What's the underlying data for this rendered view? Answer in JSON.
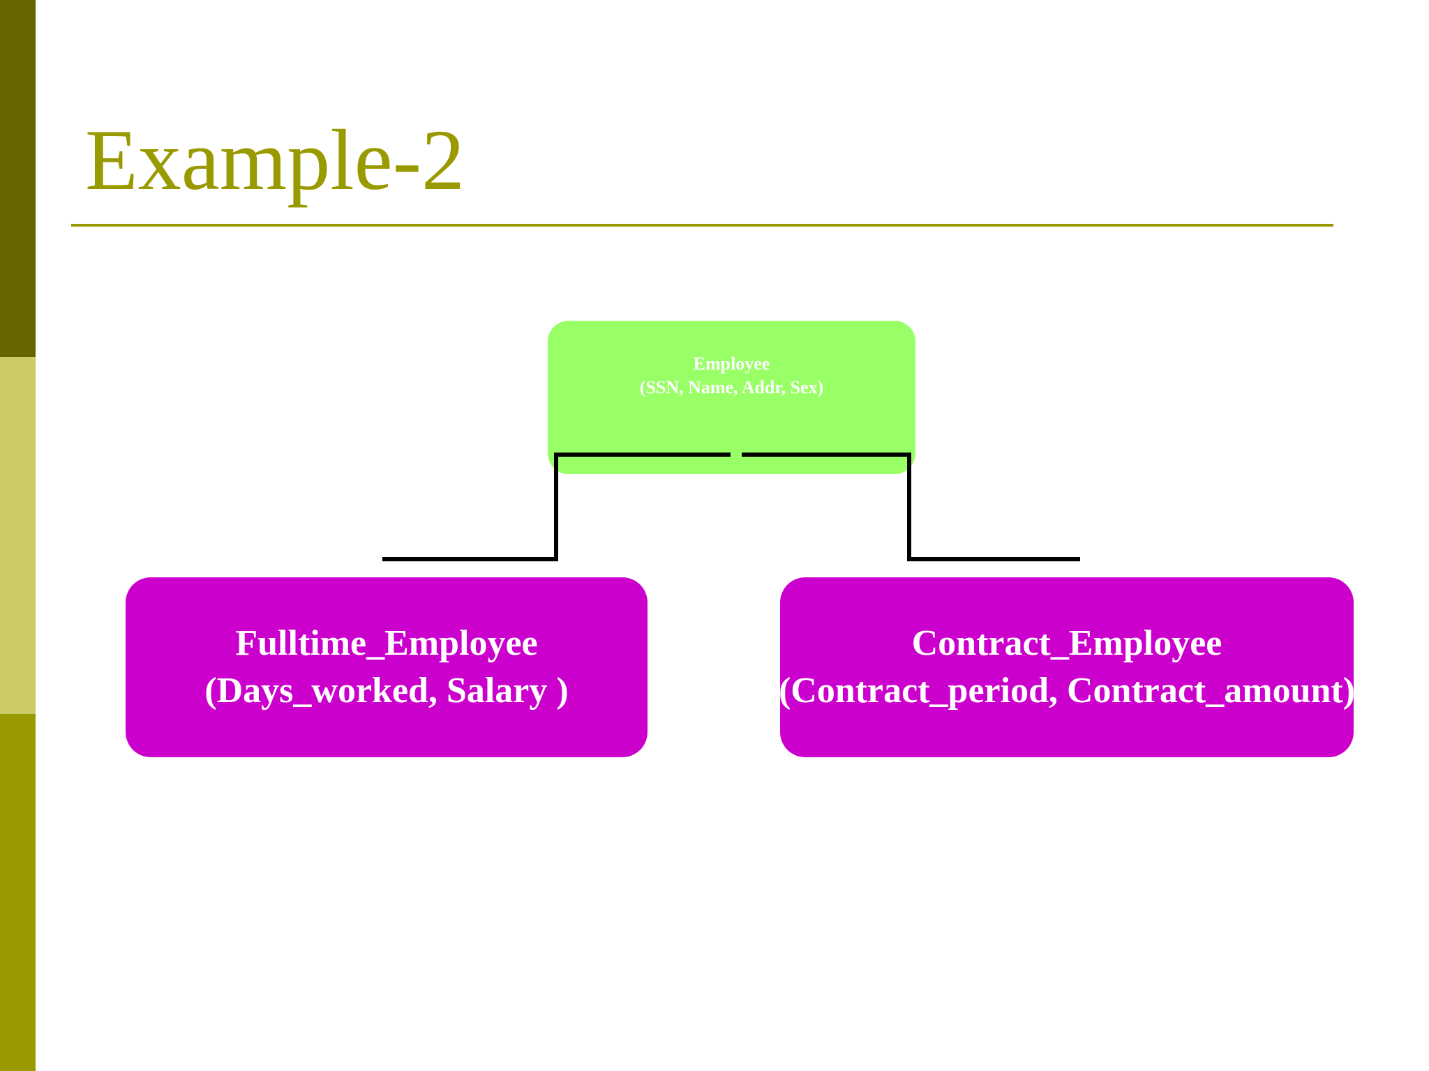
{
  "slide": {
    "title": "Example-2"
  },
  "diagram": {
    "root": {
      "name": "Employee",
      "attributes": "(SSN, Name, Addr, Sex)",
      "color": "#99ff66"
    },
    "children": [
      {
        "name": "Fulltime_Employee",
        "attributes": "(Days_worked, Salary )",
        "color": "#cc00cc"
      },
      {
        "name": "Contract_Employee",
        "attributes": "(Contract_period, Contract_amount)",
        "color": "#cc00cc"
      }
    ]
  },
  "theme": {
    "accent": "#999900",
    "stripe_dark": "#666600",
    "stripe_light": "#cccc66",
    "stripe_olive": "#999900",
    "connector": "#000000"
  }
}
